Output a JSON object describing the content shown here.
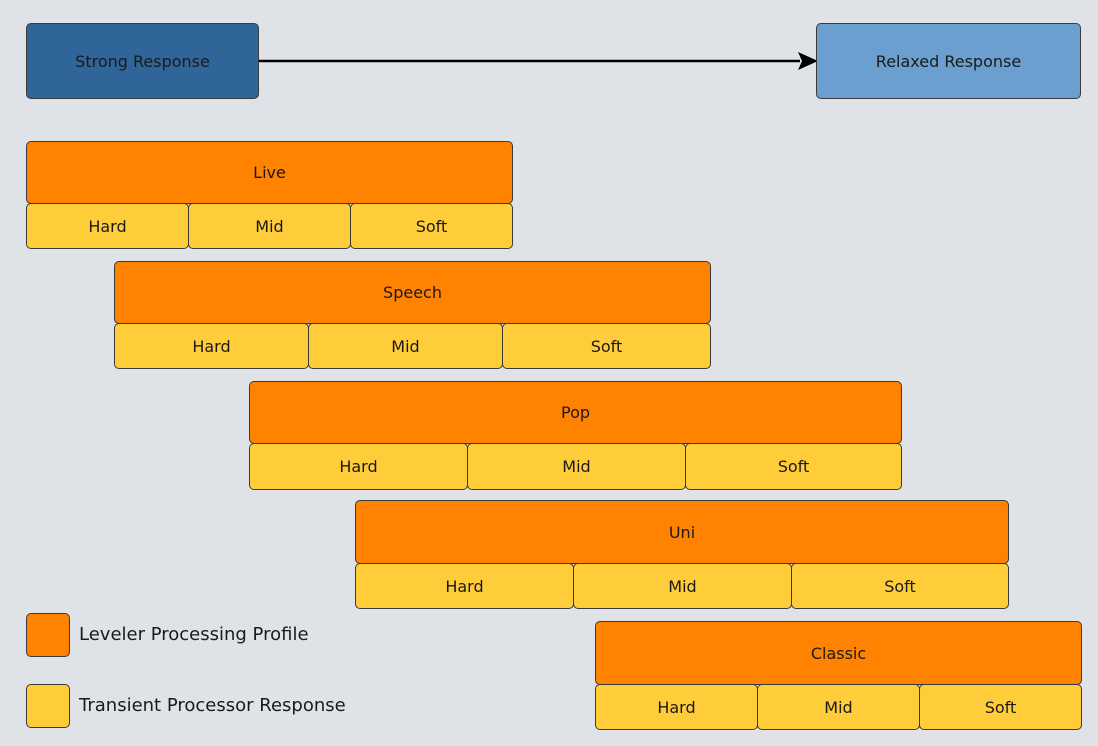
{
  "header": {
    "strong_label": "Strong Response",
    "relaxed_label": "Relaxed Response"
  },
  "profiles": [
    {
      "name": "Live",
      "responses": [
        "Hard",
        "Mid",
        "Soft"
      ]
    },
    {
      "name": "Speech",
      "responses": [
        "Hard",
        "Mid",
        "Soft"
      ]
    },
    {
      "name": "Pop",
      "responses": [
        "Hard",
        "Mid",
        "Soft"
      ]
    },
    {
      "name": "Uni",
      "responses": [
        "Hard",
        "Mid",
        "Soft"
      ]
    },
    {
      "name": "Classic",
      "responses": [
        "Hard",
        "Mid",
        "Soft"
      ]
    }
  ],
  "legend": {
    "profile_label": "Leveler Processing Profile",
    "response_label": "Transient Processor Response"
  },
  "colors": {
    "strong": "#2f6598",
    "relaxed": "#6a9fd0",
    "profile": "#ff8200",
    "response": "#ffcc3a",
    "background": "#dfe3e8"
  }
}
